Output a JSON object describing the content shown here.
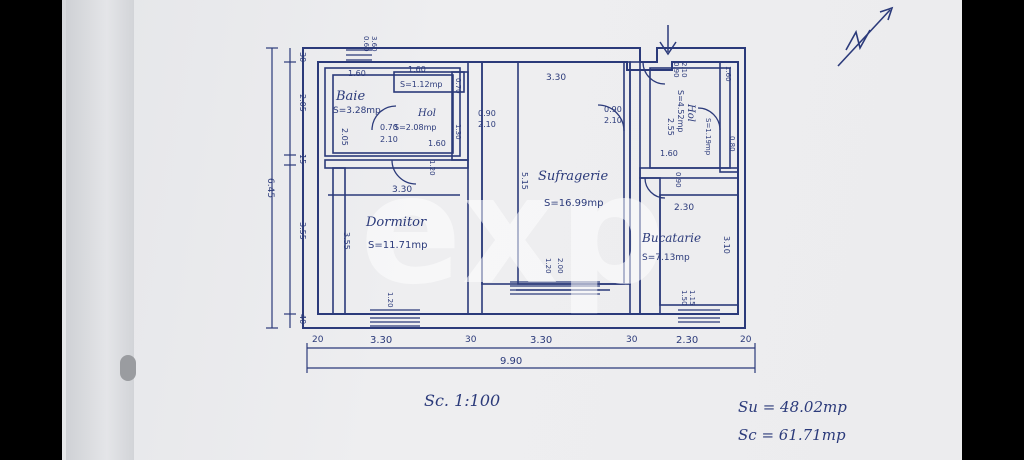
{
  "rooms": {
    "baie": {
      "name": "Baie",
      "area": "S=3.28mp",
      "dim_w": "1.60",
      "dim_h": "2.05"
    },
    "hol1": {
      "name": "Hol",
      "area": "S=2.08mp",
      "dim_a": "0.70",
      "dim_b": "2.10",
      "dim_c": "1.60",
      "dim_d": "1.30"
    },
    "hol1_top": {
      "area": "S=1.12mp",
      "dim": "1.60",
      "dim_v": "0.70"
    },
    "dormitor": {
      "name": "Dormitor",
      "area": "S=11.71mp",
      "dim_w": "3.30",
      "dim_h": "3.55",
      "door": "1.20"
    },
    "sufragerie": {
      "name": "Sufragerie",
      "area": "S=16.99mp",
      "dim_w": "3.30",
      "dim_h": "5.15",
      "door": "1.20",
      "door2": "2.00"
    },
    "hol2": {
      "name": "Hol",
      "area": "S=4.52mp",
      "dim_h": "2.55",
      "dim_w": "1.60",
      "door": "0.90"
    },
    "hol2_small": {
      "area": "S=1.19mp",
      "dim_v": "1.60",
      "dim_h2": "0.80"
    },
    "bucatarie": {
      "name": "Bucatarie",
      "area": "S=7.13mp",
      "dim_w": "2.30",
      "dim_h": "3.10",
      "door": "1.50",
      "door2": "1.15"
    }
  },
  "doors": {
    "d1": "0.90",
    "d1b": "2.10",
    "d2": "0.90",
    "d2b": "2.10",
    "entry": "0.90",
    "entry_b": "2.10",
    "top_win": "0.60",
    "top_win_b": "3.60",
    "dorm_h": "1.20",
    "sufr_h": "1.20",
    "buc_h": "1.15"
  },
  "dims_left": {
    "total": "6.45",
    "top": "30",
    "baie": "2.05",
    "mid": "15",
    "dorm": "3.55",
    "bottom": "40"
  },
  "dims_bottom": {
    "a": "20",
    "b": "3.30",
    "c": "30",
    "d": "3.30",
    "e": "30",
    "f": "2.30",
    "g": "20",
    "total": "9.90"
  },
  "scale": "Sc. 1:100",
  "areas": {
    "su": "Su = 48.02mp",
    "sc": "Sc = 61.71mp"
  },
  "north": "N",
  "watermark": "exp"
}
